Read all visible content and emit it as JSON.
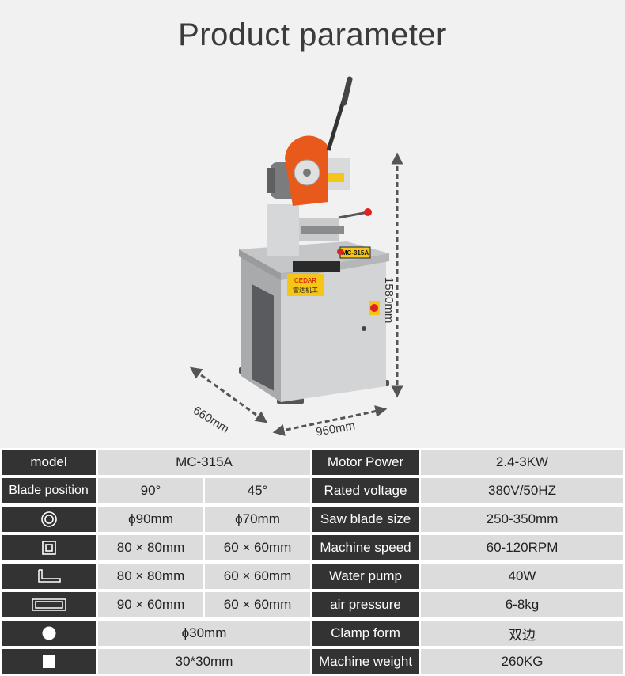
{
  "title": "Product parameter",
  "dimensions": {
    "height": "1580mm",
    "depth": "660mm",
    "width": "960mm"
  },
  "machine": {
    "brand": "CEDAR",
    "brand_cn": "雪达机工",
    "model_plate": "MC-315A"
  },
  "left": {
    "model_label": "model",
    "model_value": "MC-315A",
    "blade_label": "Blade position",
    "angle_90": "90°",
    "angle_45": "45°",
    "rows": [
      {
        "icon": "round-tube-icon",
        "a": "ϕ90mm",
        "b": "ϕ70mm"
      },
      {
        "icon": "square-tube-icon",
        "a": "80 × 80mm",
        "b": "60 × 60mm"
      },
      {
        "icon": "angle-iron-icon",
        "a": "80 × 80mm",
        "b": "60 × 60mm"
      },
      {
        "icon": "rect-tube-icon",
        "a": "90 × 60mm",
        "b": "60 × 60mm"
      }
    ],
    "round_bar": {
      "icon": "round-bar-icon",
      "value": "ϕ30mm"
    },
    "square_bar": {
      "icon": "square-bar-icon",
      "value": "30*30mm"
    }
  },
  "right": [
    {
      "label": "Motor Power",
      "value": "2.4-3KW"
    },
    {
      "label": "Rated voltage",
      "value": "380V/50HZ"
    },
    {
      "label": "Saw blade size",
      "value": "250-350mm"
    },
    {
      "label": "Machine speed",
      "value": "60-120RPM"
    },
    {
      "label": "Water pump",
      "value": "40W"
    },
    {
      "label": "air pressure",
      "value": "6-8kg"
    },
    {
      "label": "Clamp form",
      "value": "双边"
    },
    {
      "label": "Machine weight",
      "value": "260KG"
    }
  ]
}
